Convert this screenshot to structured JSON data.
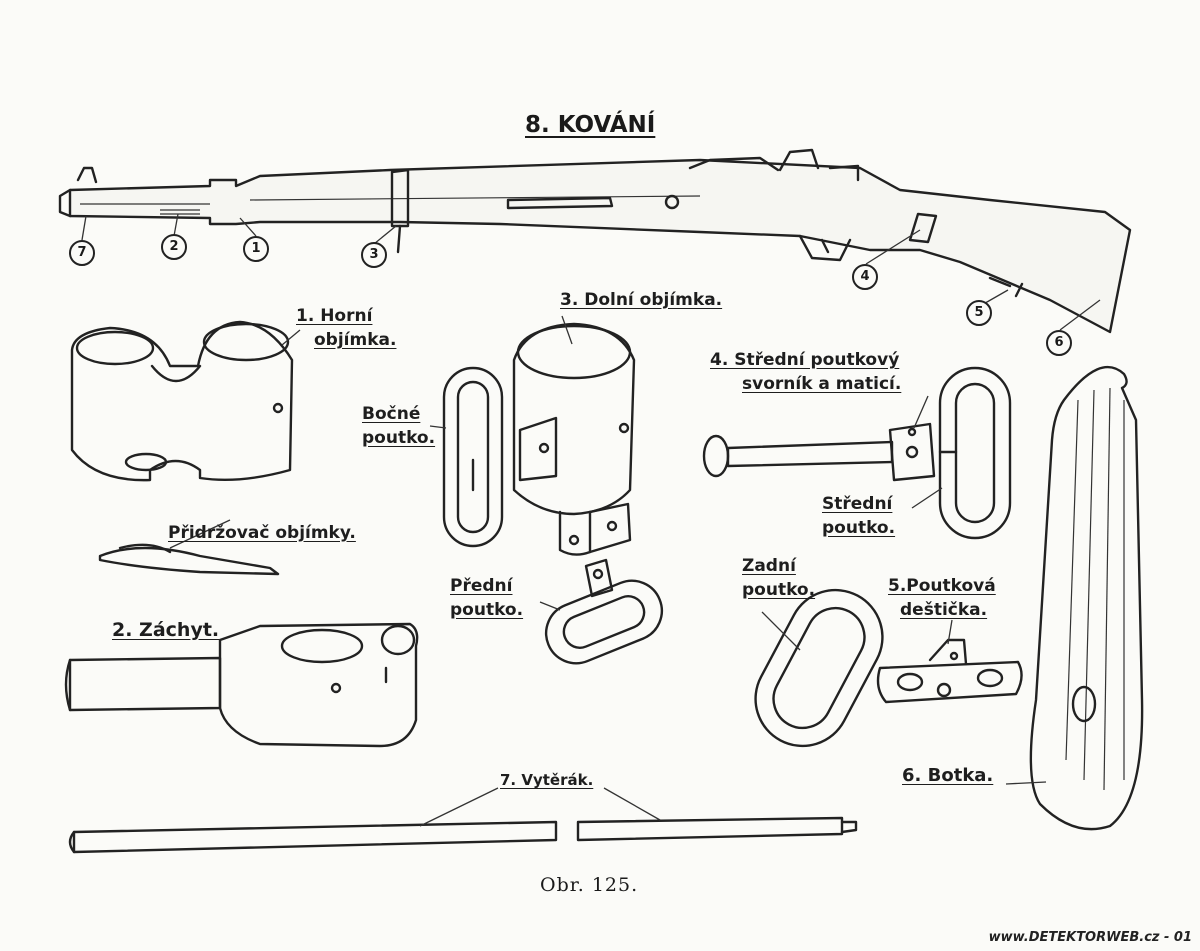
{
  "title": "8. KOVÁNÍ",
  "caption": "Obr. 125.",
  "watermark": "www.DETEKTORWEB.cz - 01",
  "callout_numbers": [
    "7",
    "2",
    "1",
    "3",
    "4",
    "5",
    "6"
  ],
  "parts": {
    "p1_line1": "1. Horní",
    "p1_line2": "objímka.",
    "p2": "2. Záchyt.",
    "holder": "Přidržovač objímky.",
    "p3": "3. Dolní objímka.",
    "side_line1": "Bočné",
    "side_line2": "poutko.",
    "front_line1": "Přední",
    "front_line2": "poutko.",
    "p4_line1": "4. Střední poutkový",
    "p4_line2": "svorník a maticí.",
    "mid_line1": "Střední",
    "mid_line2": "poutko.",
    "rear_line1": "Zadní",
    "rear_line2": "poutko.",
    "p5_line1": "5.Poutková",
    "p5_line2": "deštička.",
    "p6": "6. Botka.",
    "p7": "7. Vytěrák."
  }
}
